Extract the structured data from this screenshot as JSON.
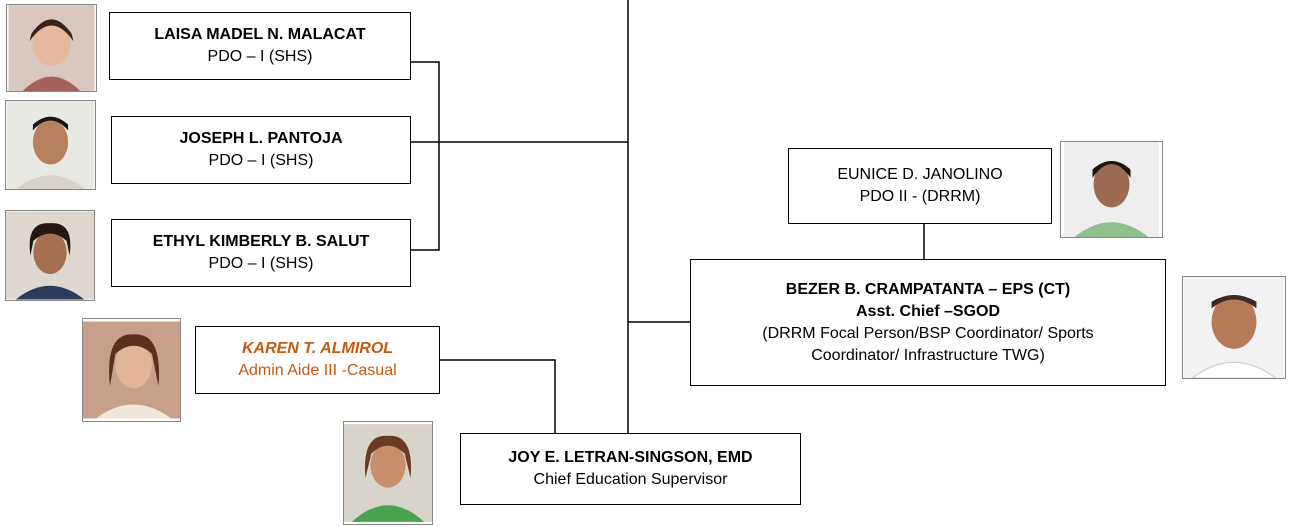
{
  "nodes": {
    "laisa": {
      "name": "LAISA MADEL N. MALACAT",
      "title": "PDO – I (SHS)"
    },
    "joseph": {
      "name": "JOSEPH L. PANTOJA",
      "title": "PDO – I (SHS)"
    },
    "ethyl": {
      "name": "ETHYL KIMBERLY B. SALUT",
      "title": "PDO – I (SHS)"
    },
    "karen": {
      "name": "KAREN T. ALMIROL",
      "title": "Admin Aide III -Casual"
    },
    "joy": {
      "name": "JOY E. LETRAN-SINGSON, EMD",
      "title": "Chief Education Supervisor"
    },
    "eunice": {
      "name": "EUNICE D. JANOLINO",
      "title": "PDO II - (DRRM)"
    },
    "bezer": {
      "name": "BEZER B. CRAMPATANTA – EPS (CT)",
      "subtitle": "Asst. Chief –SGOD",
      "duties_line1": "(DRRM Focal Person/BSP Coordinator/ Sports",
      "duties_line2": "Coordinator/ Infrastructure TWG)"
    }
  },
  "colors": {
    "accent_orange": "#c55a11",
    "line": "#000000"
  }
}
